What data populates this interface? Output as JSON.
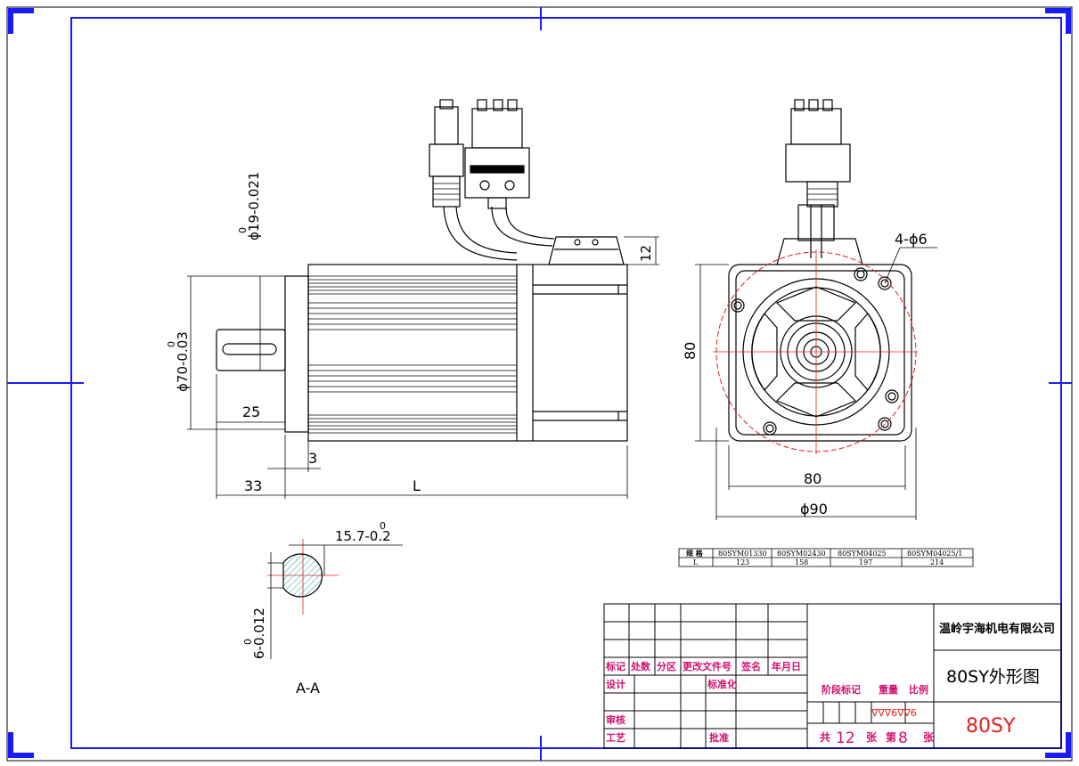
{
  "drawing": {
    "dimensions": {
      "shaft_dia": "ϕ19-0.021",
      "shaft_dia_upper": "0",
      "flange_dia": "ϕ70-0.03",
      "flange_dia_upper": "0",
      "shaft_len": "25",
      "step": "3",
      "shaft_total": "33",
      "body_len": "L",
      "conn_height": "12",
      "holes": "4-ϕ6",
      "side_80": "80",
      "width_80": "80",
      "width_90": "ϕ90",
      "key_dim": "15.7-0.2",
      "key_dim_upper": "0",
      "key_width": "6-0.012",
      "key_width_upper": "0",
      "section_label": "A-A"
    },
    "spec_table": {
      "header": [
        "规 格",
        "80SYM01330",
        "80SYM02430",
        "80SYM04025",
        "80SYM04025/1"
      ],
      "row": [
        "L",
        "123",
        "158",
        "197",
        "214"
      ]
    },
    "title_block": {
      "company": "温岭宇海机电有限公司",
      "drawing_name": "80SY外形图",
      "model": "80SY",
      "labels": {
        "mark": "标记",
        "count": "处数",
        "zone": "分区",
        "doc_no": "更改文件号",
        "sign": "签名",
        "date": "年月日",
        "design": "设计",
        "standard": "标准化",
        "review": "审核",
        "process": "工艺",
        "approve": "批准",
        "stage_mark": "阶段标记",
        "weight": "重量",
        "scale": "比例"
      },
      "stage_marks": "∇∇∇6∇∇6",
      "total_sheets_prefix": "共",
      "total_sheets": "12",
      "sheet_word": "张",
      "sheet_no_prefix": "第",
      "sheet_no": "8",
      "sheet_word2": "张"
    }
  }
}
